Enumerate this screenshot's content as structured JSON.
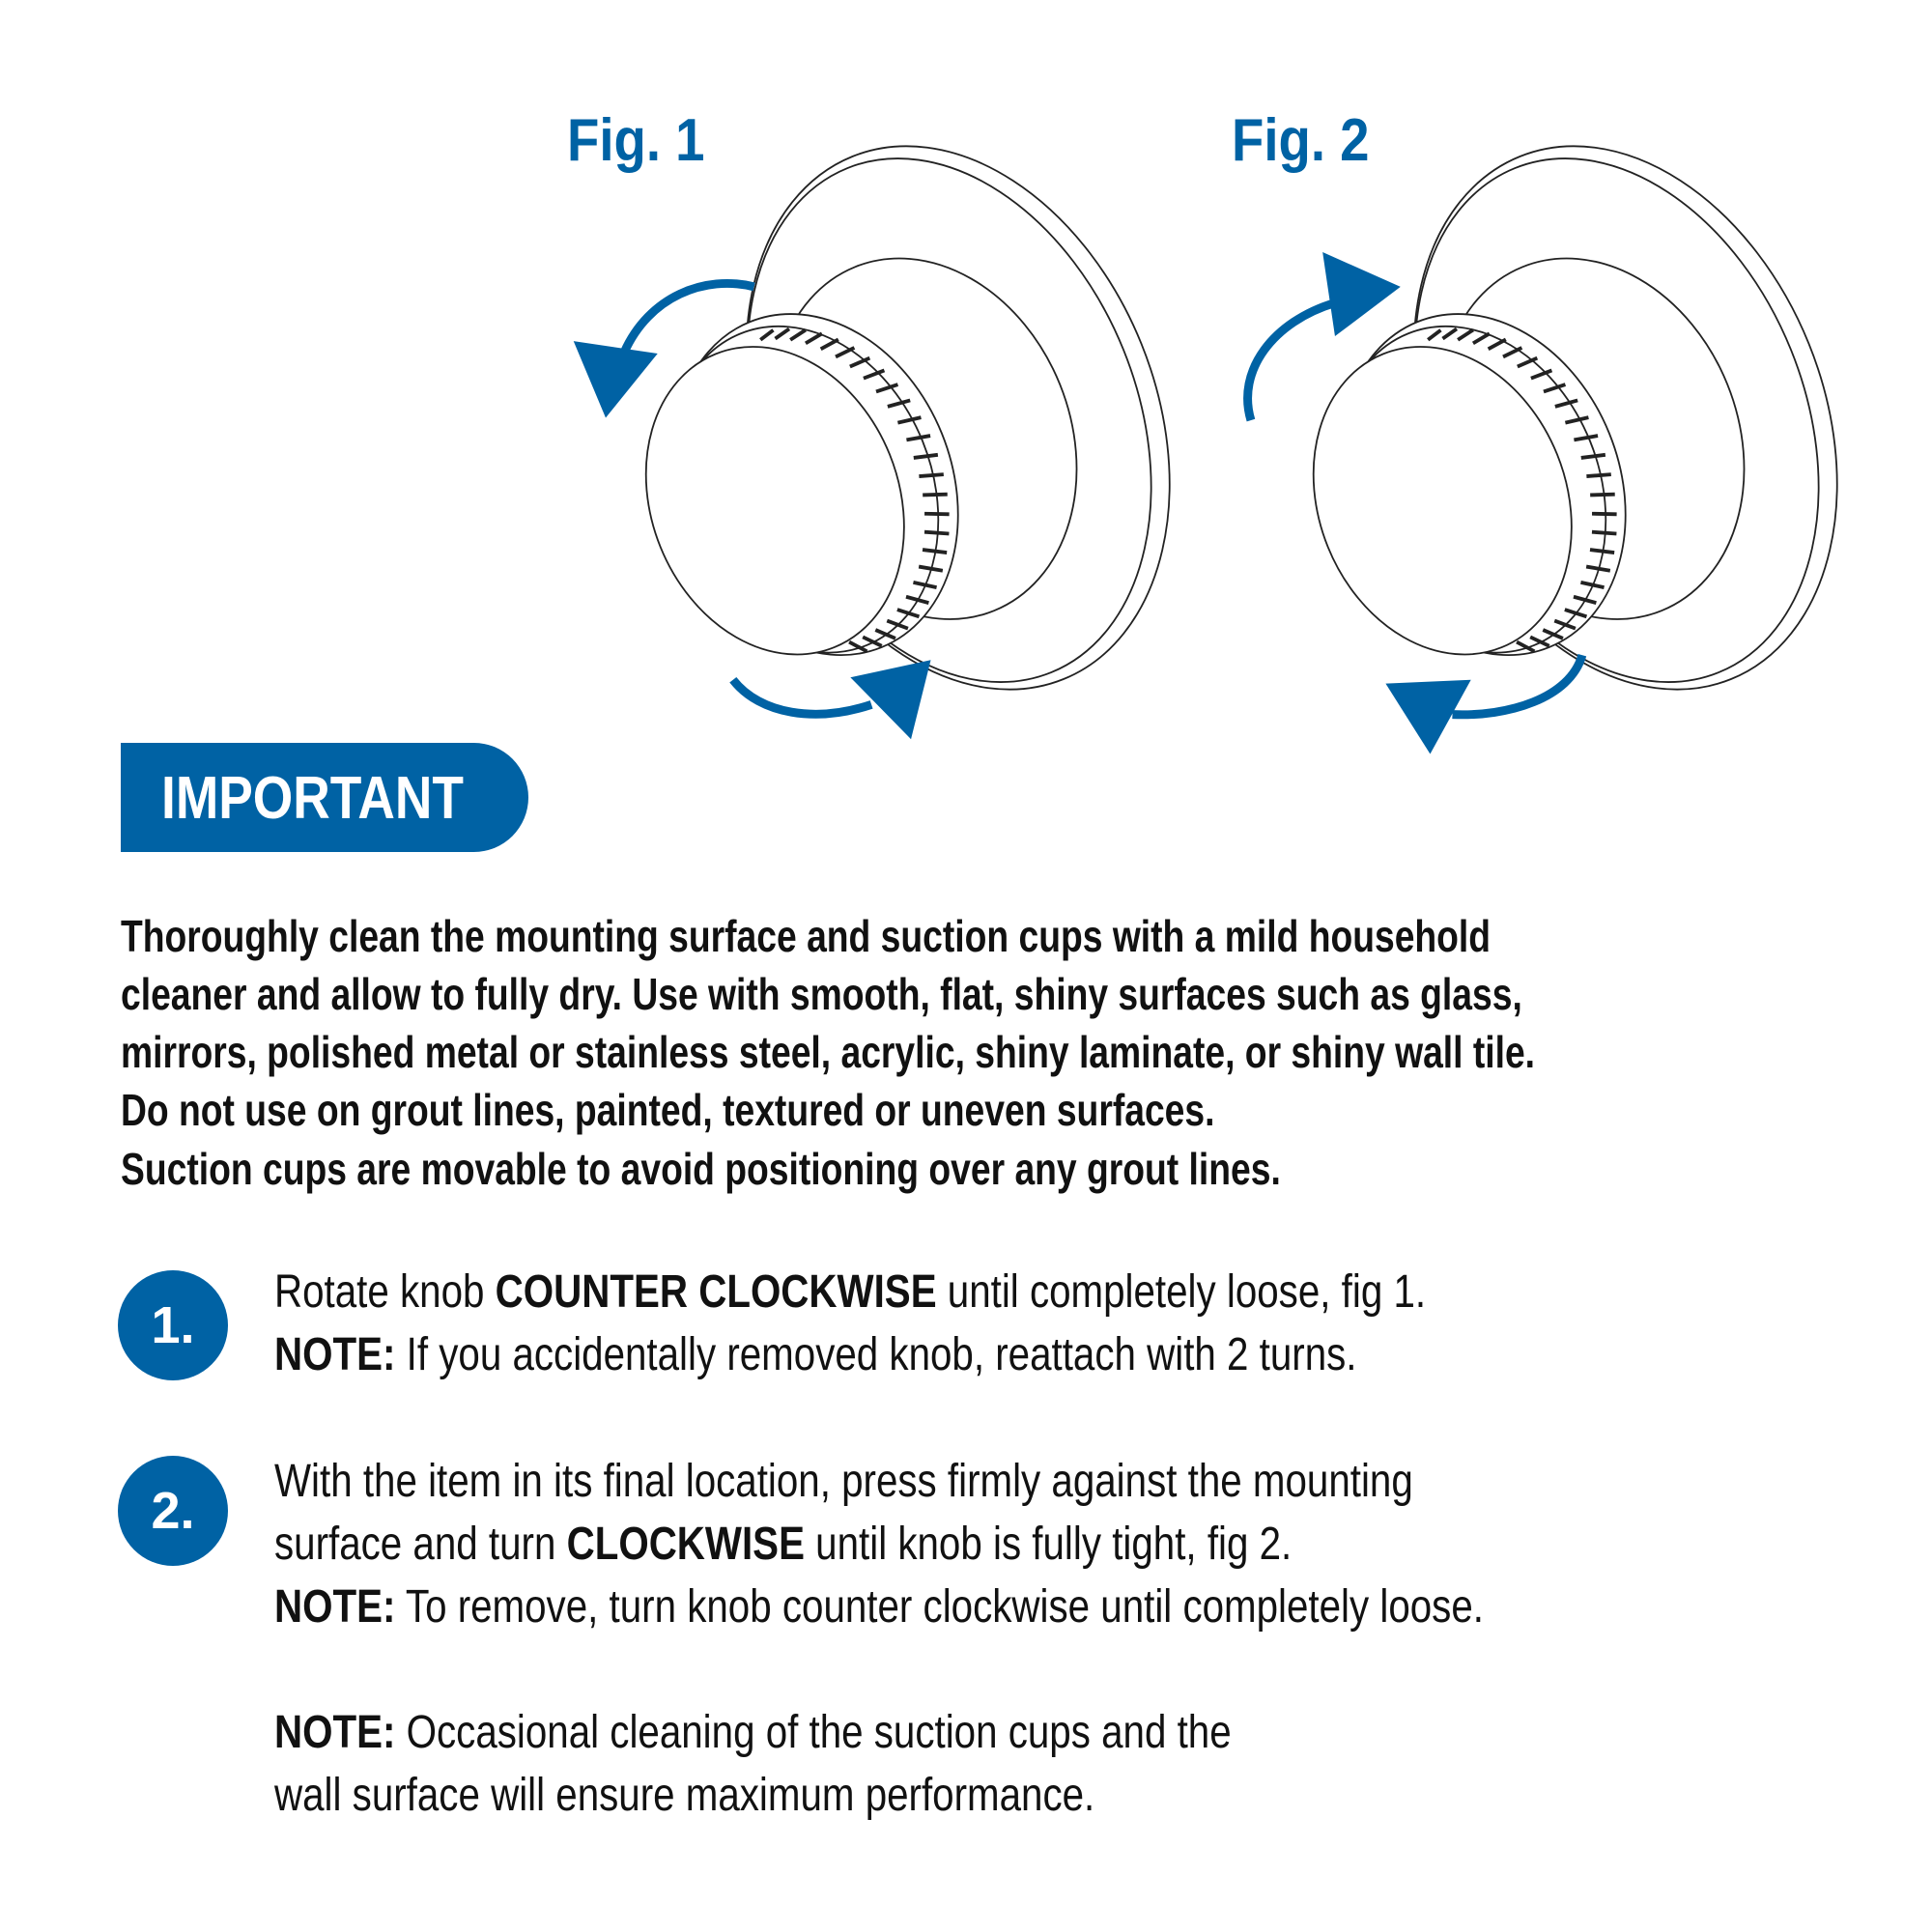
{
  "figures": [
    {
      "label": "Fig. 1",
      "direction": "counter-clockwise"
    },
    {
      "label": "Fig. 2",
      "direction": "clockwise"
    }
  ],
  "banner": "IMPORTANT",
  "intro_lines": [
    "Thoroughly clean the mounting surface and suction cups with a mild household",
    "cleaner and allow to fully dry. Use with smooth, flat, shiny surfaces such as glass,",
    "mirrors, polished metal or stainless steel, acrylic, shiny laminate, or shiny wall tile.",
    "Do not use on grout lines, painted, textured or uneven surfaces.",
    "Suction cups are movable to avoid positioning over any grout lines."
  ],
  "steps": [
    {
      "number": "1.",
      "line1_pre": "Rotate knob ",
      "line1_bold": "COUNTER CLOCKWISE",
      "line1_post": " until completely loose, fig 1.",
      "note_label": "NOTE:",
      "note_text": " If you accidentally removed knob, reattach with 2 turns."
    },
    {
      "number": "2.",
      "line1": "With the item in its final location, press firmly against the mounting",
      "line2_pre": "surface and turn ",
      "line2_bold": "CLOCKWISE",
      "line2_post": " until knob is fully tight, fig 2.",
      "note_label": "NOTE:",
      "note_text": " To remove, turn knob counter clockwise until completely loose."
    }
  ],
  "final_note": {
    "label": "NOTE:",
    "line1": " Occasional cleaning of the suction cups and the",
    "line2": "wall surface will ensure maximum performance."
  },
  "colors": {
    "accent": "#0062a4",
    "text": "#111111",
    "line": "#222222"
  }
}
